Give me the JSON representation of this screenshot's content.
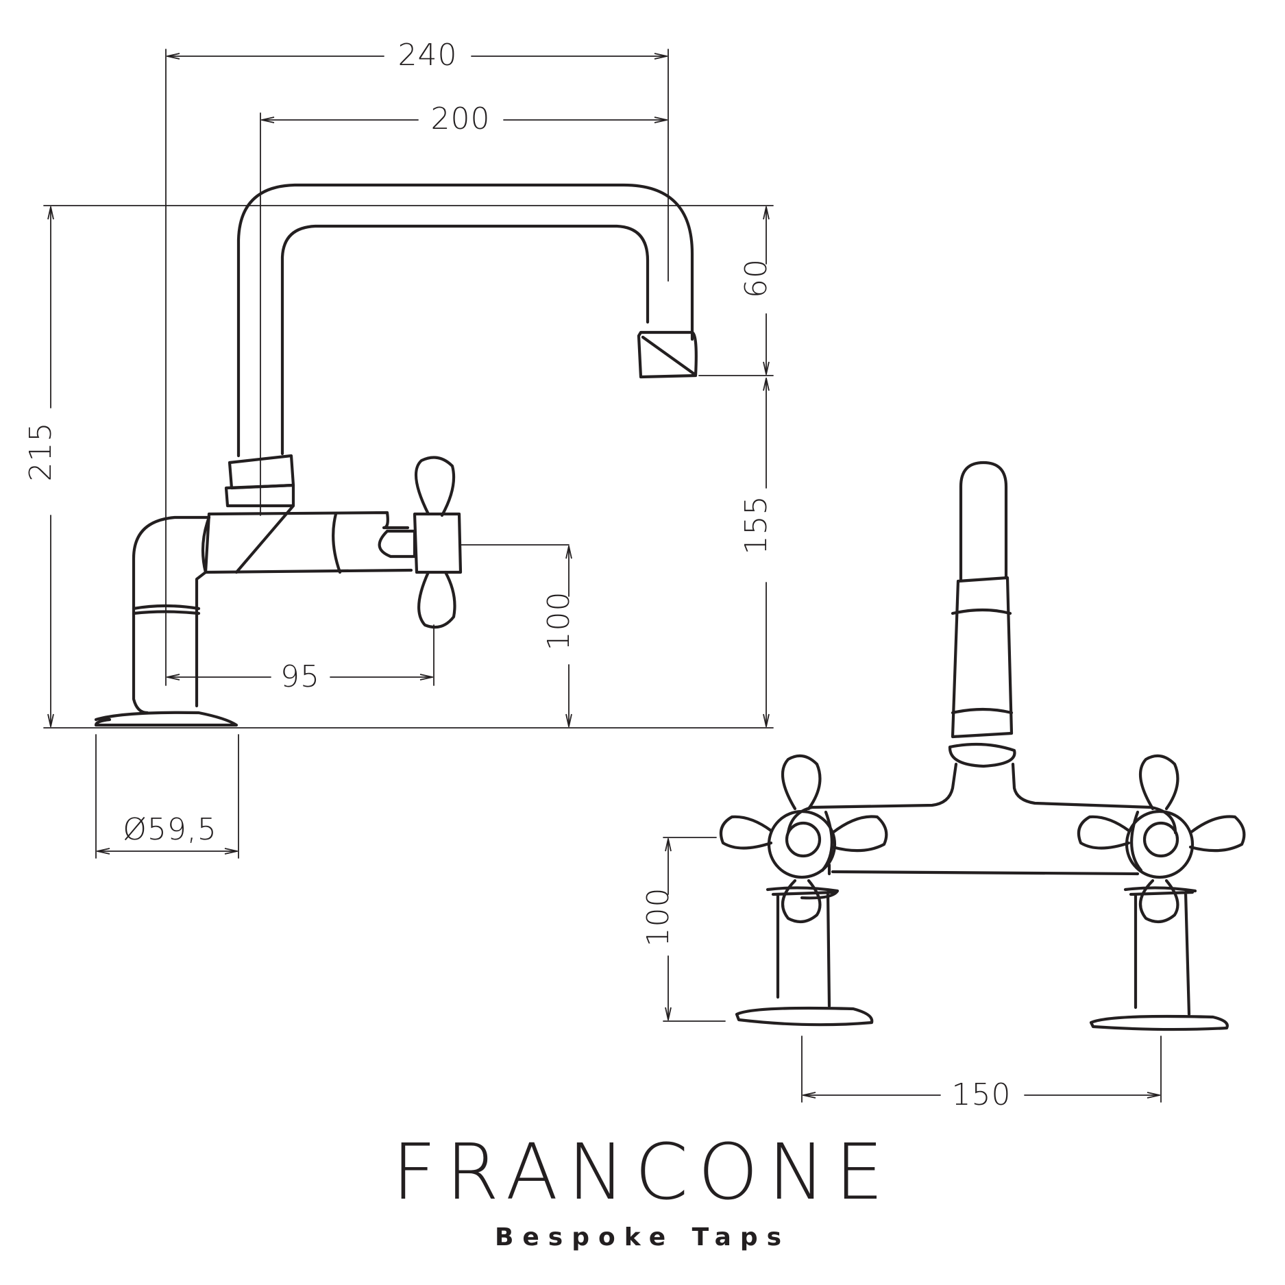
{
  "dimensions": {
    "total_width": "240",
    "spout_reach": "200",
    "total_height": "215",
    "spout_drop": "60",
    "spout_outlet_height": "155",
    "handle_height": "100",
    "handle_offset": "95",
    "base_diameter": "Ø59,5",
    "front_handle_height": "100",
    "centers": "150"
  },
  "brand": {
    "name": "FRANCONE",
    "tagline": "Bespoke Taps"
  }
}
